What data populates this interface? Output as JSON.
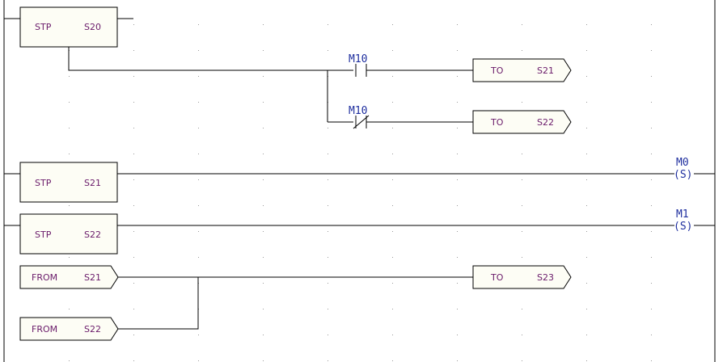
{
  "rungs": [
    {
      "stp": {
        "kw": "STP",
        "op": "S20"
      }
    },
    {
      "contacts": [
        {
          "name": "M10",
          "type": "NO"
        },
        {
          "name": "M10",
          "type": "NC"
        }
      ],
      "transitions": [
        {
          "kw": "TO",
          "op": "S21"
        },
        {
          "kw": "TO",
          "op": "S22"
        }
      ]
    },
    {
      "stp": {
        "kw": "STP",
        "op": "S21"
      },
      "coil": {
        "name": "M0",
        "symbol": "(S)"
      }
    },
    {
      "stp": {
        "kw": "STP",
        "op": "S22"
      },
      "coil": {
        "name": "M1",
        "symbol": "(S)"
      }
    },
    {
      "from": [
        {
          "kw": "FROM",
          "op": "S21"
        },
        {
          "kw": "FROM",
          "op": "S22"
        }
      ],
      "transition": {
        "kw": "TO",
        "op": "S23"
      }
    }
  ],
  "colors": {
    "box_text": "#6a1b6a",
    "device_text": "#1f2f9f",
    "wire": "#000000",
    "box_fill": "#fdfdf5"
  }
}
